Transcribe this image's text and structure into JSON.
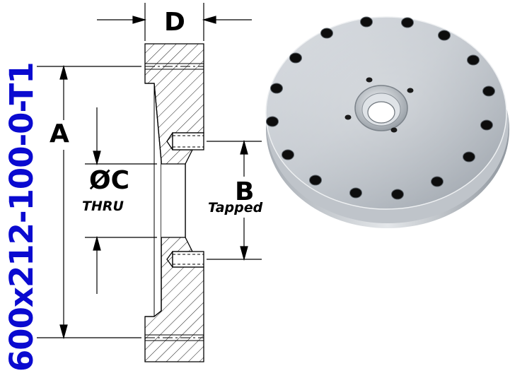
{
  "part_number": "600x212-100-0-T1",
  "dimensions": {
    "a": "A",
    "b": "B",
    "b_note": "Tapped",
    "c": "ØC",
    "c_note": "THRU",
    "d": "D"
  },
  "colors": {
    "title": "#0a0ad0",
    "line": "#000000",
    "metal_light": "#e4e7ea",
    "metal_dark": "#9aa0a6",
    "hole": "#101010"
  }
}
